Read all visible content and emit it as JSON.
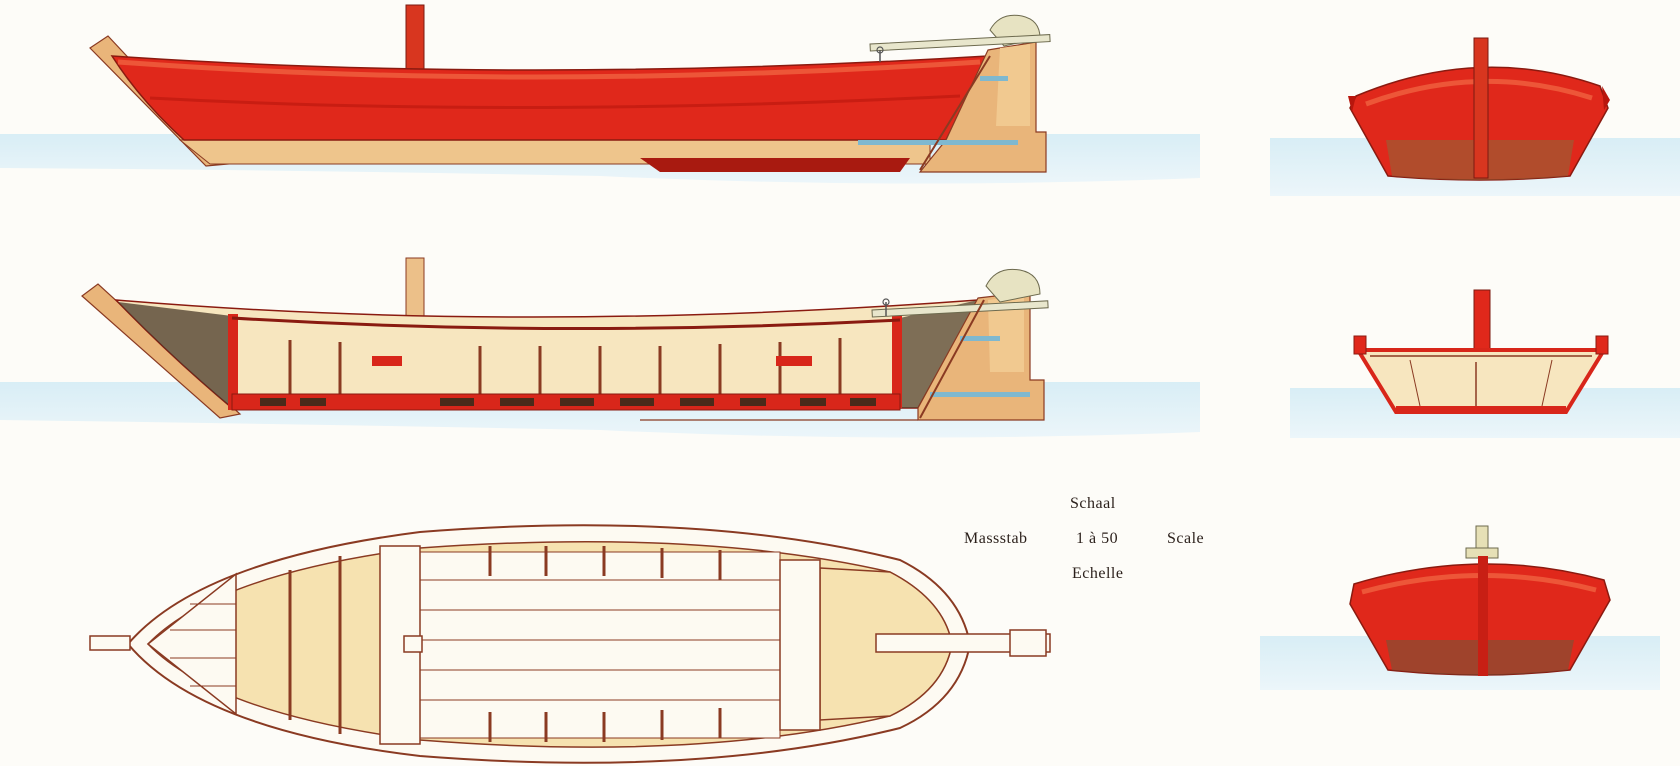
{
  "scale_legend": {
    "dutch": "Schaal",
    "german": "Massstab",
    "ratio": "1 à 50",
    "english": "Scale",
    "french": "Echelle"
  },
  "colors": {
    "hull_red": "#e0281b",
    "hull_dark_red": "#b8160d",
    "wood_tan": "#e9b57a",
    "wood_light": "#f6e3b8",
    "water_blue": "#bfe0ee",
    "outline_brown": "#8a3a22",
    "paper": "#fdfcf8"
  },
  "views": [
    "side-elevation",
    "longitudinal-section",
    "plan-view",
    "bow-view",
    "midship-section",
    "stern-view"
  ]
}
